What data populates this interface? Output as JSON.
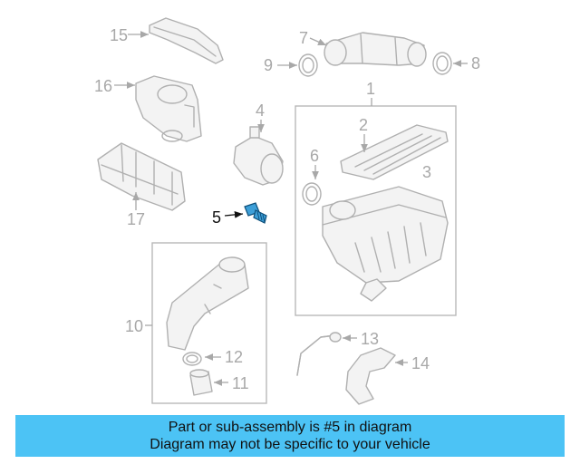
{
  "diagram": {
    "callouts": {
      "c1": "1",
      "c2": "2",
      "c3": "3",
      "c4": "4",
      "c5": "5",
      "c6": "6",
      "c7": "7",
      "c8": "8",
      "c9": "9",
      "c10": "10",
      "c11": "11",
      "c12": "12",
      "c13": "13",
      "c14": "14",
      "c15": "15",
      "c16": "16",
      "c17": "17"
    },
    "highlighted_part": "5",
    "highlight_color": "#3d9fd8",
    "line_color": "#b0b0b0"
  },
  "banner": {
    "line1": "Part or sub-assembly is #5 in diagram",
    "line2": "Diagram may not be specific to your vehicle",
    "background": "#4cc3f5"
  }
}
